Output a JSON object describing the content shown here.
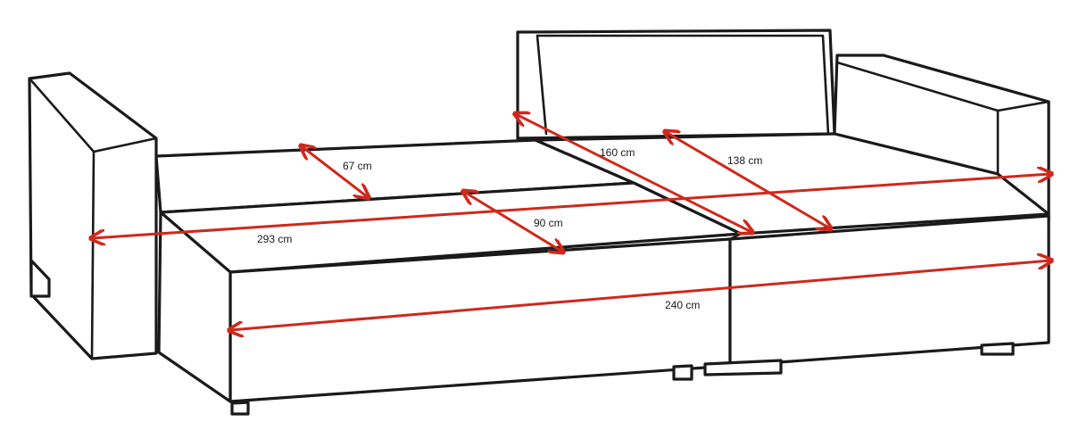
{
  "diagram": {
    "accent_color": "#d0281c",
    "line_color": "#1a1a1a",
    "dimensions": [
      {
        "id": "seat-depth-left",
        "label": "67 cm"
      },
      {
        "id": "backrest-length",
        "label": "160 cm"
      },
      {
        "id": "chaise-seat-depth",
        "label": "138 cm"
      },
      {
        "id": "pullout-depth",
        "label": "90 cm"
      },
      {
        "id": "overall-width",
        "label": "293 cm"
      },
      {
        "id": "front-width",
        "label": "240 cm"
      }
    ]
  }
}
